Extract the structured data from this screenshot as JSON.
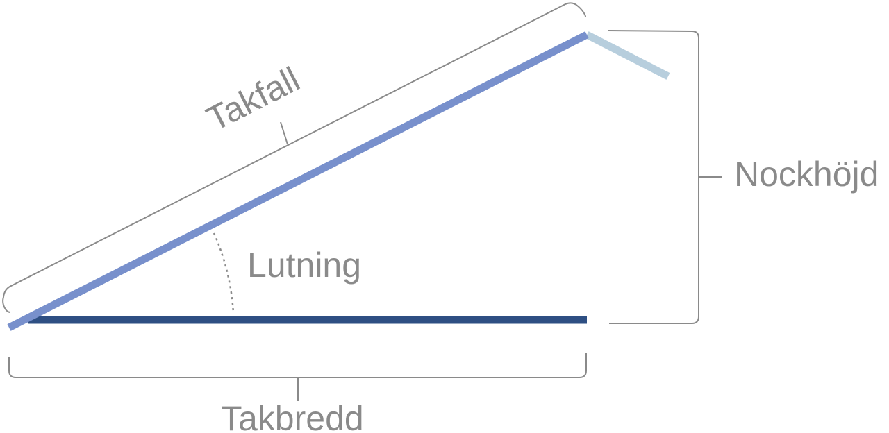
{
  "labels": {
    "takfall": "Takfall",
    "nockhojd": "Nockhöjd",
    "lutning": "Lutning",
    "takbredd": "Takbredd"
  },
  "colors": {
    "roof_slope": "#7890cc",
    "roof_other_side": "#b7cedd",
    "base": "#2e4f83",
    "annotation": "#8a8a8a",
    "background": "#ffffff"
  }
}
